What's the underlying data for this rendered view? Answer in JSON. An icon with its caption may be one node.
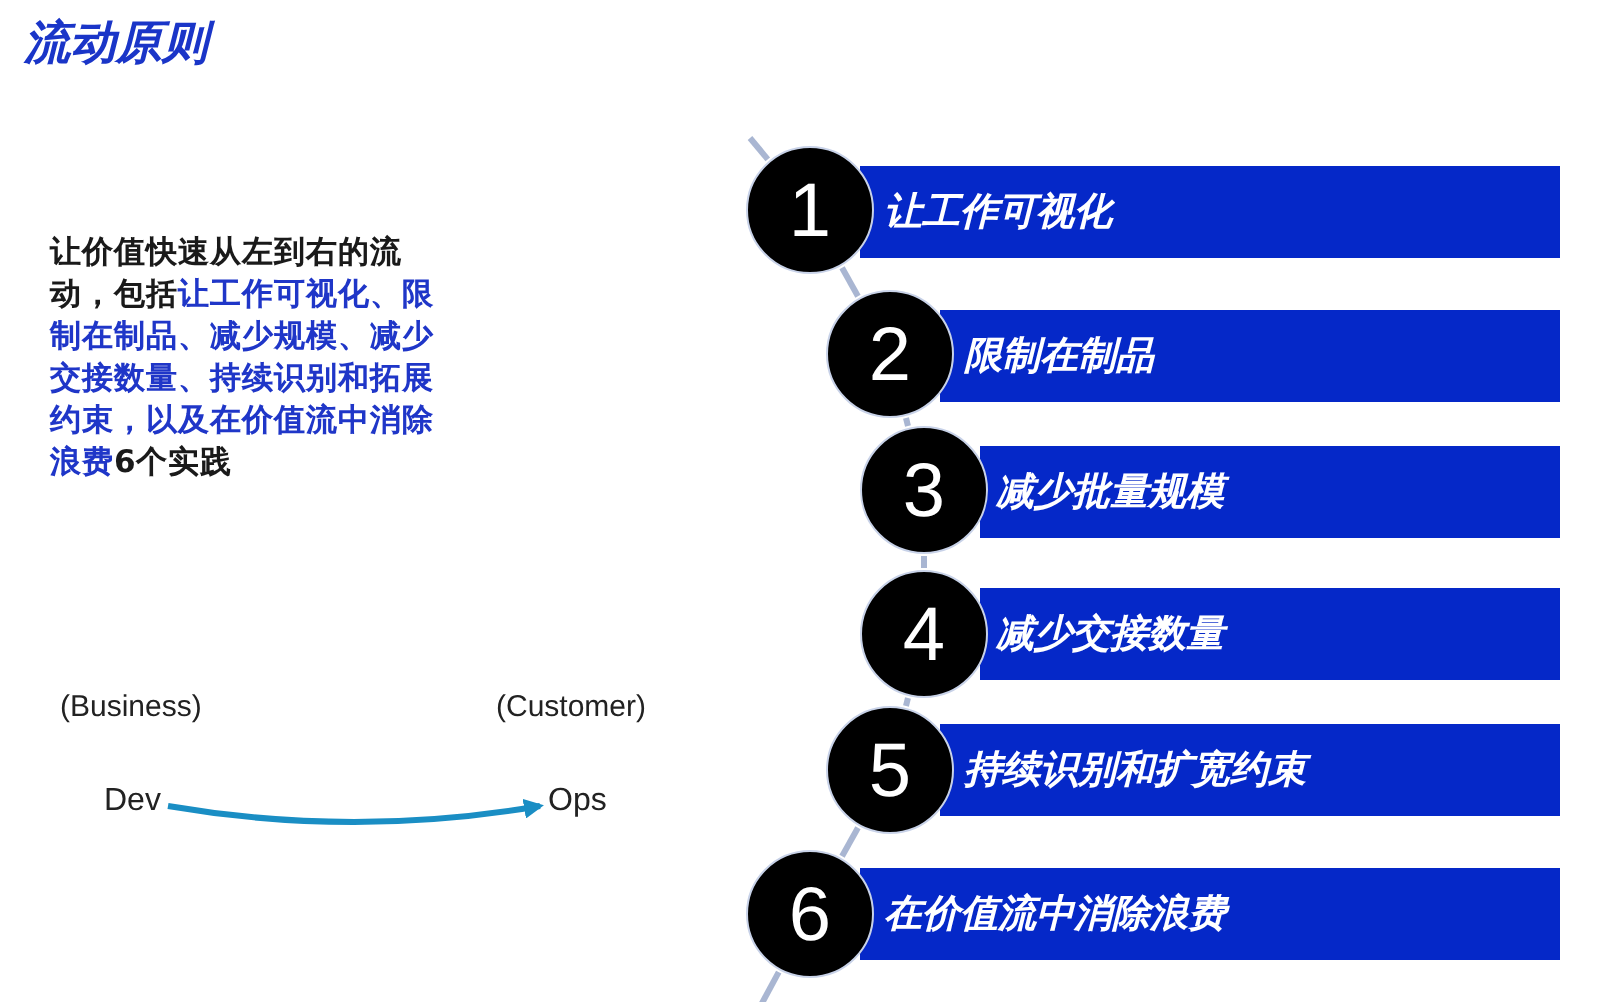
{
  "diagram": {
    "title": "流动原则",
    "nodes": [
      {
        "text": [
          "Dev"
        ]
      },
      {
        "text": [
          "Ops"
        ]
      },
      {
        "text": [
          "1"
        ]
      },
      {
        "text": [
          "让工作可视化"
        ]
      },
      {
        "text": [
          "2"
        ]
      },
      {
        "text": [
          "限制在制品"
        ]
      },
      {
        "text": [
          "3"
        ]
      },
      {
        "text": [
          "减少批量规模"
        ]
      },
      {
        "text": [
          "4"
        ]
      },
      {
        "text": [
          "减少交接数量"
        ]
      },
      {
        "text": [
          "5"
        ]
      },
      {
        "text": [
          "持续识别和扩宽约束"
        ]
      },
      {
        "text": [
          "6"
        ]
      },
      {
        "text": [
          "在价值流中消除浪费"
        ]
      }
    ],
    "edges": [
      {
        "from": 0,
        "to": 1,
        "arrow": "to",
        "color": "#1a8ec4"
      },
      {
        "from": null,
        "to": 2,
        "arrow": "none"
      },
      {
        "from": 2,
        "to": 4,
        "arrow": "none"
      },
      {
        "from": 4,
        "to": 6,
        "arrow": "none"
      },
      {
        "from": 6,
        "to": 8,
        "arrow": "none"
      },
      {
        "from": 8,
        "to": 10,
        "arrow": "none"
      },
      {
        "from": 10,
        "to": 12,
        "arrow": "none"
      },
      {
        "from": 12,
        "to": null,
        "arrow": "none"
      }
    ],
    "labels": [
      "让价值快速从左到右的流动，包括",
      "让工作可视化、限制在制品、减少规模、减少交接数量、持续识别和拓展约束，以及在价值流中消除浪费",
      "6个实践",
      "(Business)",
      "(Customer)"
    ]
  }
}
